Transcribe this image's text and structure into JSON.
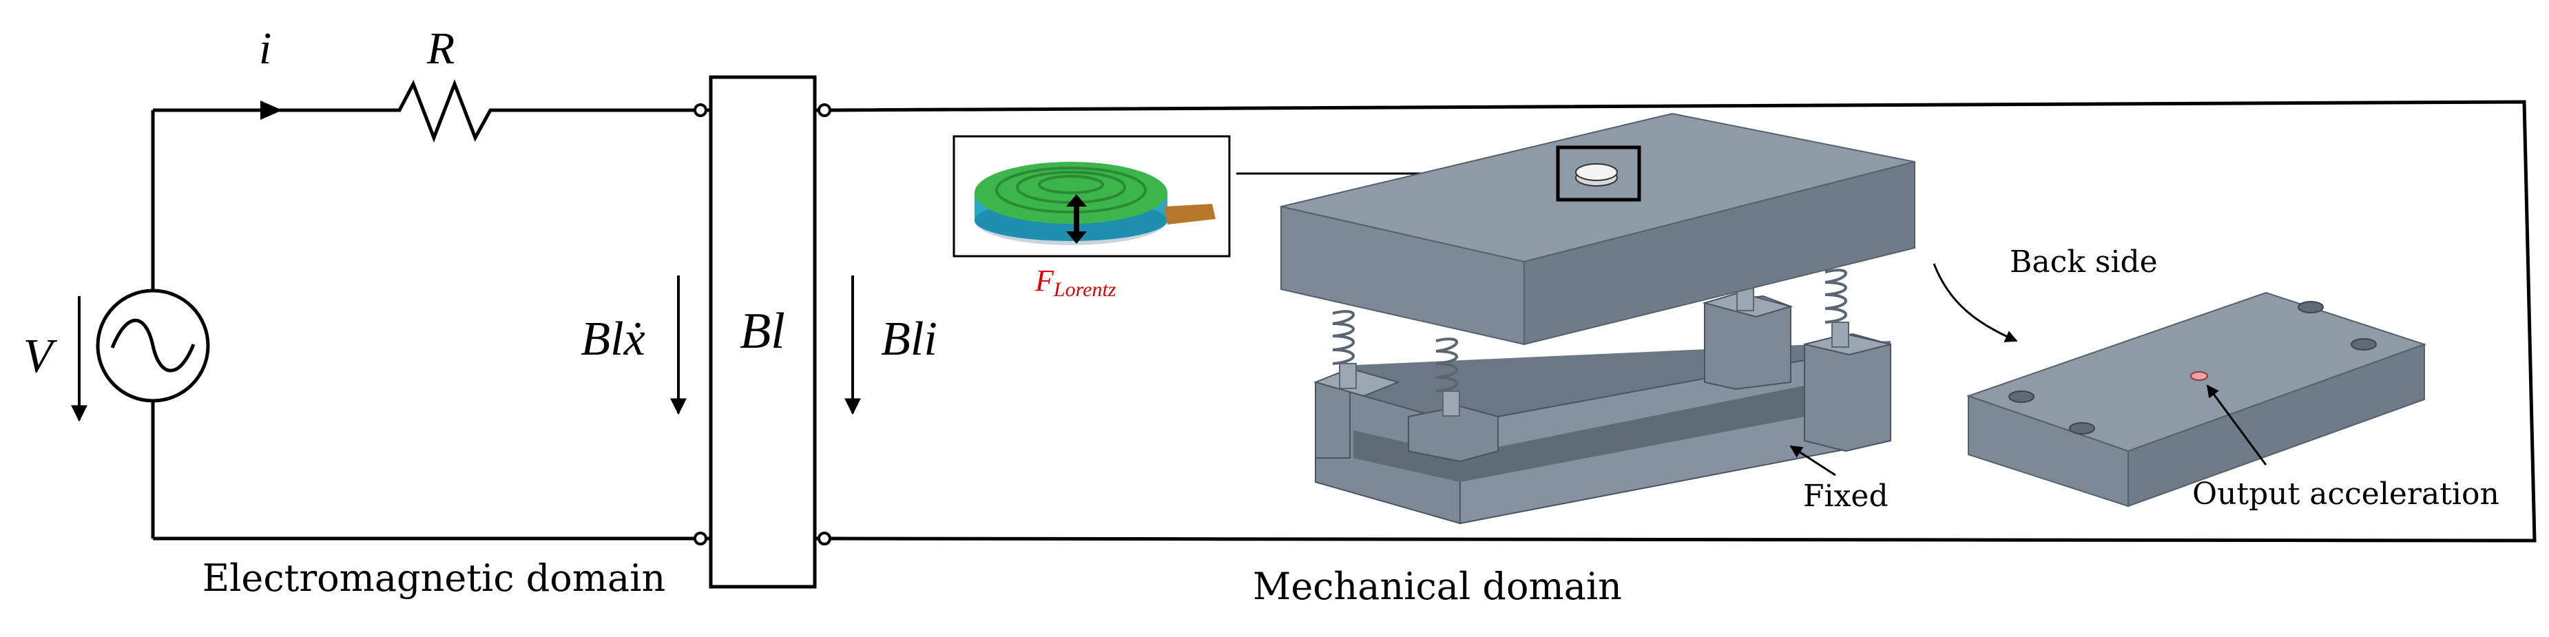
{
  "circuit": {
    "current_label": "i",
    "resistor_label": "R",
    "voltage_label": "V",
    "back_emf_label": "Blẋ",
    "transducer_label": "Bl",
    "force_label": "Bli"
  },
  "inset": {
    "force_label": "F",
    "force_subscript": "Lorentz"
  },
  "domains": {
    "electromagnetic": "Electromagnetic domain",
    "mechanical": "Mechanical domain"
  },
  "annotations": {
    "fixed": "Fixed",
    "back_side": "Back side",
    "output_acceleration": "Output acceleration"
  },
  "colors": {
    "line": "#000000",
    "block_top": "#8e9aa6",
    "block_front": "#7c8996",
    "block_side": "#6a7784",
    "coil_green": "#3cb64a",
    "coil_cyan": "#2aa6c8",
    "force_label": "#e00000"
  }
}
